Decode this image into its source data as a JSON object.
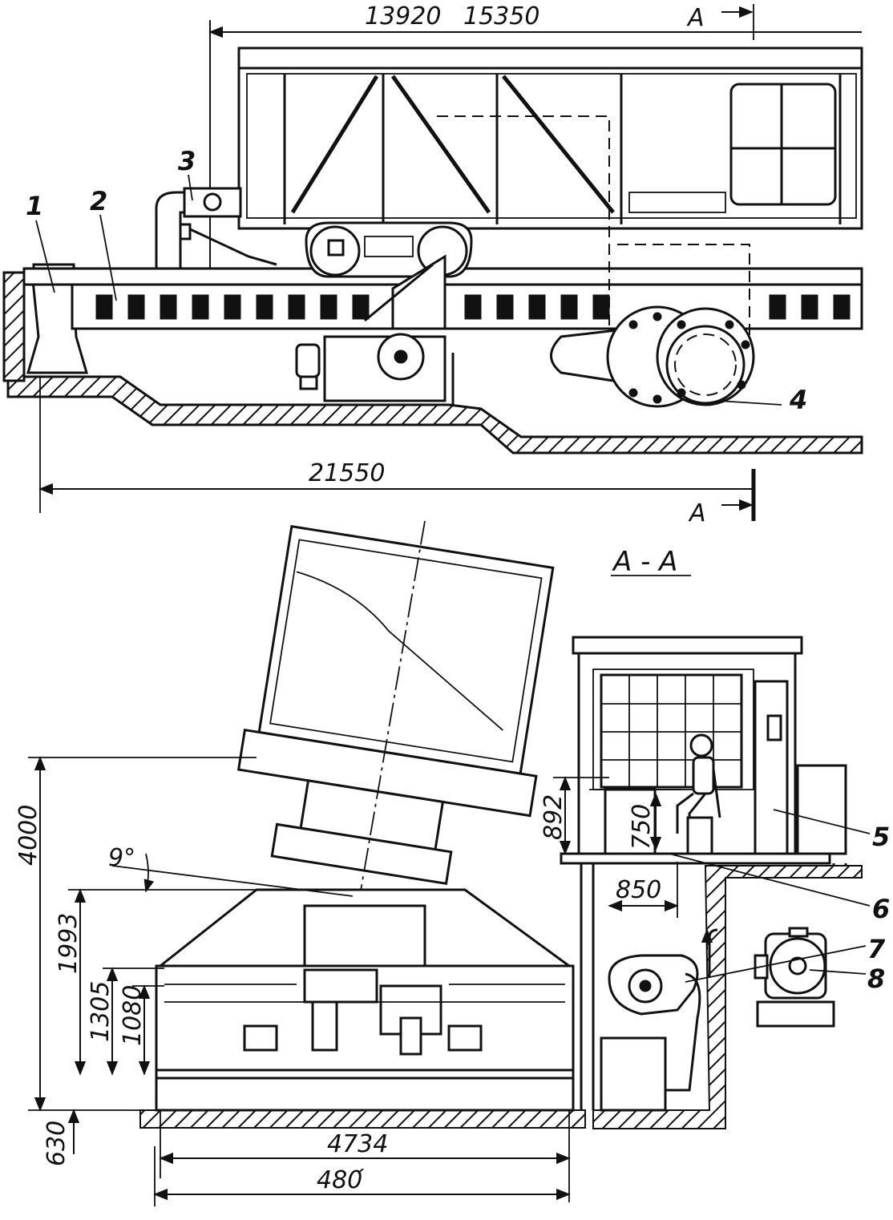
{
  "top_view": {
    "dims": {
      "d13920": "13920",
      "d15350": "15350",
      "d21550": "21550"
    },
    "section_mark": "A",
    "callouts": [
      "1",
      "2",
      "3",
      "4"
    ]
  },
  "section_view": {
    "title": "A - A",
    "dims": {
      "h4000": "4000",
      "h1993": "1993",
      "h1305": "1305",
      "h1080": "1080",
      "h630": "630",
      "w4734": "4734",
      "w4800": "480́",
      "h892": "892",
      "h750": "750",
      "w850": "850"
    },
    "angle": "9°",
    "callouts": [
      "5",
      "6",
      "7",
      "8"
    ]
  }
}
